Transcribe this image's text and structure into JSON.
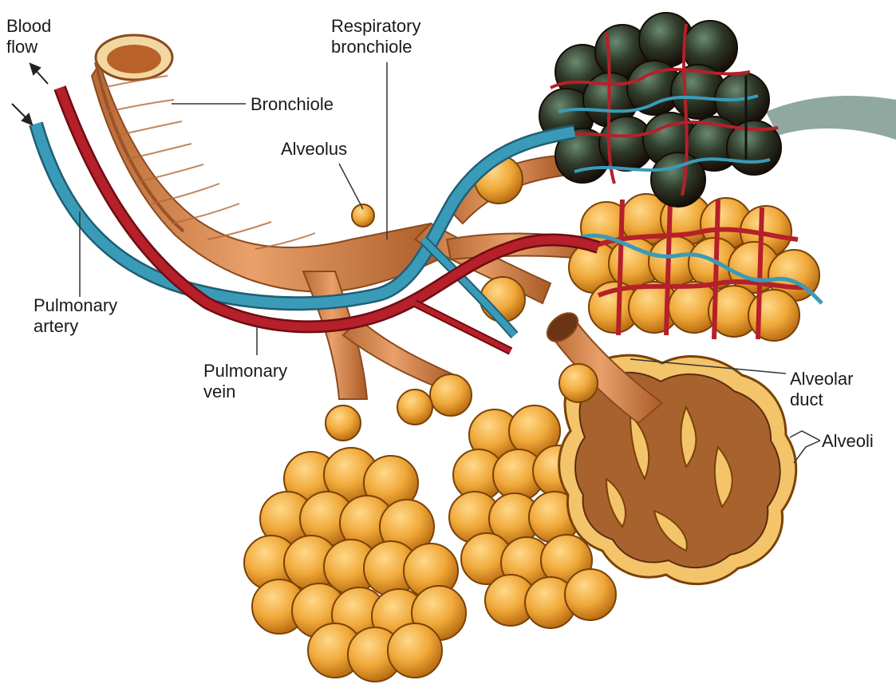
{
  "labels": {
    "blood_flow": [
      "Blood",
      "flow"
    ],
    "respiratory_bronchiole": [
      "Respiratory",
      "bronchiole"
    ],
    "bronchiole": "Bronchiole",
    "alveolus": "Alveolus",
    "pulmonary_artery": [
      "Pulmonary",
      "artery"
    ],
    "pulmonary_vein": [
      "Pulmonary",
      "vein"
    ],
    "alveolar_duct": [
      "Alveolar",
      "duct"
    ],
    "alveoli": "Alveoli"
  },
  "colors": {
    "airway": "#d98a52",
    "airway_dark": "#a85a2a",
    "alveolus_fill": "#f0a93a",
    "alveolus_dark": "#c97a1a",
    "artery_blue": "#3a9bb8",
    "vein_red": "#b5202a",
    "cutaway": "#a8622e",
    "capillary_dark": "#3a2418",
    "pleura": "#8fa9a0"
  }
}
